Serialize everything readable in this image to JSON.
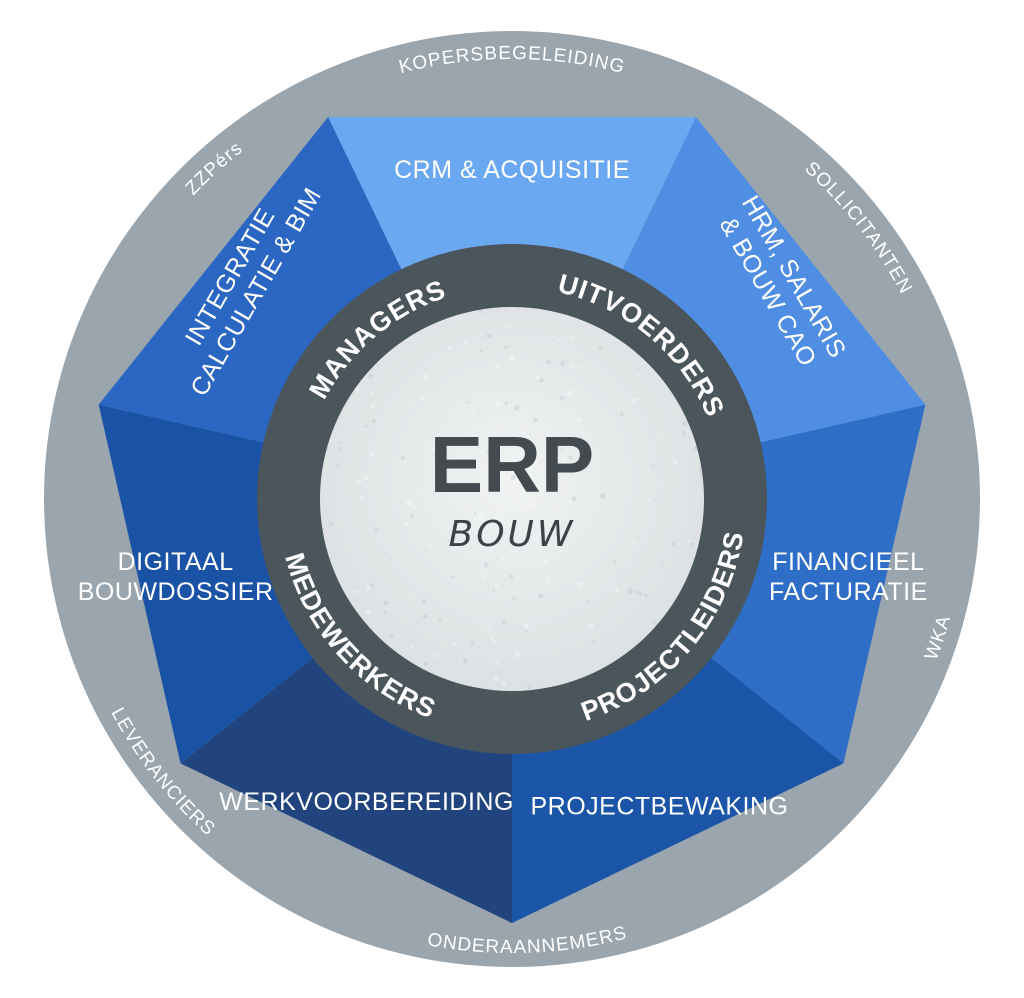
{
  "center": {
    "title": "ERP",
    "subtitle": "BOUW"
  },
  "roles": [
    {
      "label": "MANAGERS"
    },
    {
      "label": "UITVOERDERS"
    },
    {
      "label": "PROJECTLEIDERS"
    },
    {
      "label": "MEDEWERKERS"
    }
  ],
  "modules": [
    {
      "lines": [
        "CRM & ACQUISITIE"
      ],
      "color": "#6ba8f2"
    },
    {
      "lines": [
        "HRM, SALARIS",
        "& BOUW CAO"
      ],
      "color": "#4f8ee2"
    },
    {
      "lines": [
        "FINANCIEEL",
        "FACTURATIE"
      ],
      "color": "#2f6ec6"
    },
    {
      "lines": [
        "PROJECTBEWAKING"
      ],
      "color": "#1a55a8"
    },
    {
      "lines": [
        "WERKVOORBEREIDING"
      ],
      "color": "#21447f"
    },
    {
      "lines": [
        "DIGITAAL",
        "BOUWDOSSIER"
      ],
      "color": "#1a53a6"
    },
    {
      "lines": [
        "INTEGRATIE",
        "CALCULATIE & BIM"
      ],
      "color": "#2b67c2"
    }
  ],
  "stakeholders": [
    {
      "label": "KOPERSBEGELEIDING"
    },
    {
      "label": "SOLLICITANTEN"
    },
    {
      "label": "WKA"
    },
    {
      "label": "ONDERAANNEMERS"
    },
    {
      "label": "LEVERANCIERS"
    },
    {
      "label": "ZZPérs"
    }
  ],
  "colors": {
    "outer_ring": "#9aa5ae",
    "role_ring": "#4b555c",
    "center_fill": "#e6e9ea"
  }
}
